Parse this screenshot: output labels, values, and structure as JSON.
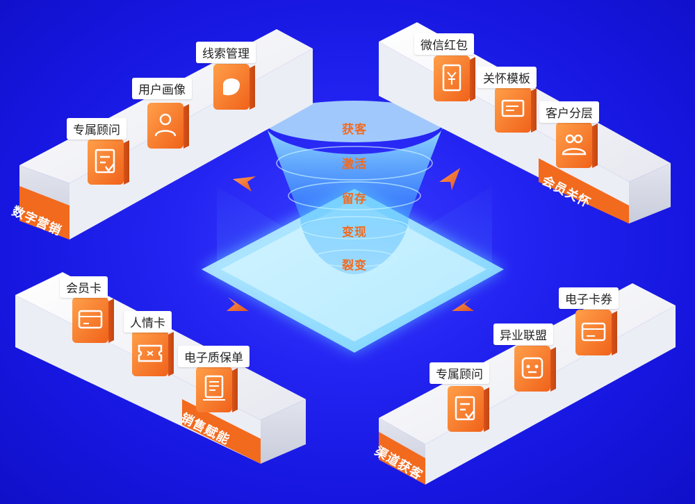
{
  "funnel": {
    "stages": [
      "获客",
      "激活",
      "留存",
      "变现",
      "裂变"
    ]
  },
  "sections": {
    "digital_marketing": {
      "label": "数字营销",
      "items": [
        "专属顾问",
        "用户画像",
        "线索管理"
      ]
    },
    "member_care": {
      "label": "会员关怀",
      "items": [
        "微信红包",
        "关怀模板",
        "客户分层"
      ]
    },
    "sales_enablement": {
      "label": "销售赋能",
      "items": [
        "会员卡",
        "人情卡",
        "电子质保单"
      ]
    },
    "channel_acquisition": {
      "label": "渠道获客",
      "items": [
        "专属顾问",
        "异业联盟",
        "电子卡券"
      ]
    }
  },
  "colors": {
    "background": "#1c1ce6",
    "accent_orange": "#f26a1e",
    "block_top": "#f4f4f8",
    "block_side": "#d9dbe6",
    "funnel": "#7fd8ff"
  },
  "icons": {
    "consultant": "consultant-icon",
    "user_profile": "user-profile-icon",
    "lead_management": "lead-management-icon",
    "red_packet": "red-packet-icon",
    "care_template": "care-template-icon",
    "customer_tier": "customer-tier-icon",
    "member_card": "member-card-icon",
    "gift_card": "gift-card-icon",
    "warranty": "warranty-icon",
    "alliance": "alliance-icon",
    "coupon": "coupon-icon"
  }
}
